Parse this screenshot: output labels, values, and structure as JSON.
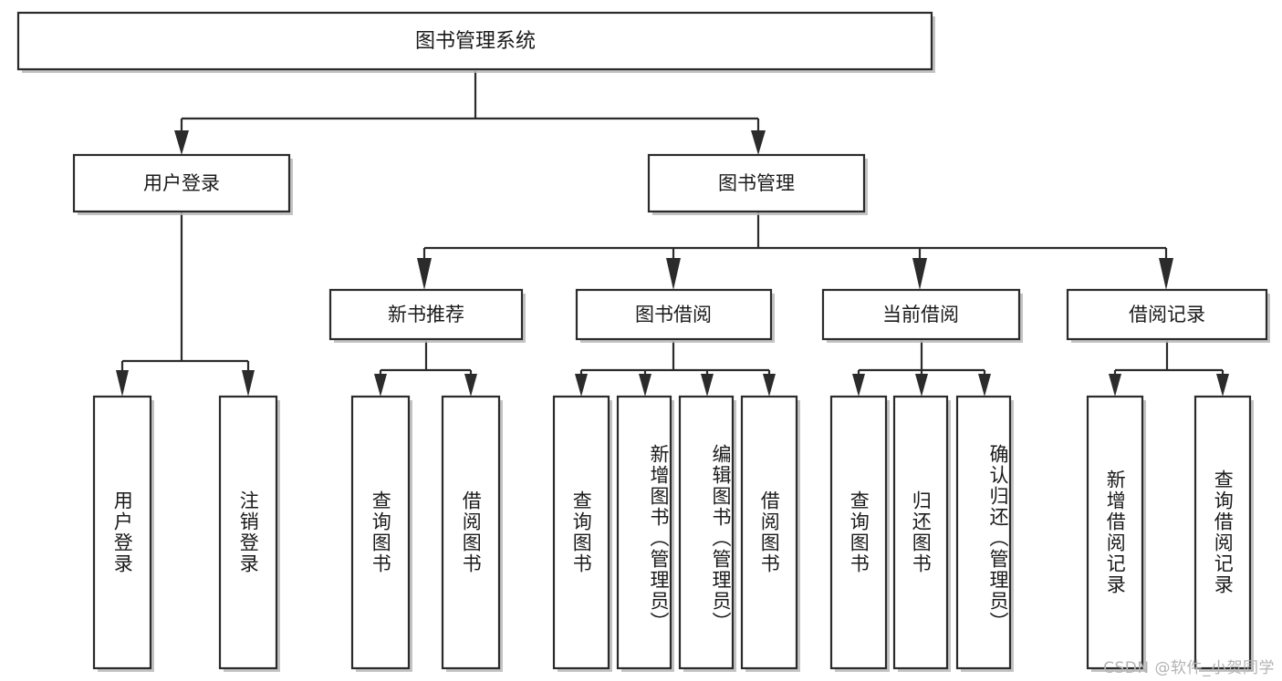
{
  "diagram": {
    "title_node": {
      "label": "图书管理系统"
    },
    "level1": [
      {
        "id": "user-login",
        "label": "用户登录"
      },
      {
        "id": "book-management",
        "label": "图书管理"
      }
    ],
    "level2": [
      {
        "id": "new-book-recommend",
        "label": "新书推荐",
        "parent": "book-management"
      },
      {
        "id": "book-borrow",
        "label": "图书借阅",
        "parent": "book-management"
      },
      {
        "id": "current-borrow",
        "label": "当前借阅",
        "parent": "book-management"
      },
      {
        "id": "borrow-record",
        "label": "借阅记录",
        "parent": "book-management"
      }
    ],
    "leaves": {
      "user-login": [
        {
          "id": "leaf-user-login",
          "label": "用户登录"
        },
        {
          "id": "leaf-user-logout",
          "label": "注销登录"
        }
      ],
      "new-book-recommend": [
        {
          "id": "leaf-query-book-1",
          "label": "查询图书"
        },
        {
          "id": "leaf-borrow-book-1",
          "label": "借阅图书"
        }
      ],
      "book-borrow": [
        {
          "id": "leaf-query-book-2",
          "label": "查询图书"
        },
        {
          "id": "leaf-add-book",
          "label": "新增图书（管理员）"
        },
        {
          "id": "leaf-edit-book",
          "label": "编辑图书（管理员）"
        },
        {
          "id": "leaf-borrow-book-2",
          "label": "借阅图书"
        }
      ],
      "current-borrow": [
        {
          "id": "leaf-query-book-3",
          "label": "查询图书"
        },
        {
          "id": "leaf-return-book",
          "label": "归还图书"
        },
        {
          "id": "leaf-confirm-return",
          "label": "确认归还（管理员）"
        }
      ],
      "borrow-record": [
        {
          "id": "leaf-add-record",
          "label": "新增借阅记录"
        },
        {
          "id": "leaf-query-record",
          "label": "查询借阅记录"
        }
      ]
    },
    "watermark": "CSDN @软件_小贺同学",
    "colors": {
      "box_stroke": "#2b2b2b",
      "box_fill": "#ffffff",
      "connector": "#2b2b2b",
      "text": "#1a1a1a",
      "watermark": "#b3b3b3",
      "shadow": "#b9b9b9"
    }
  }
}
